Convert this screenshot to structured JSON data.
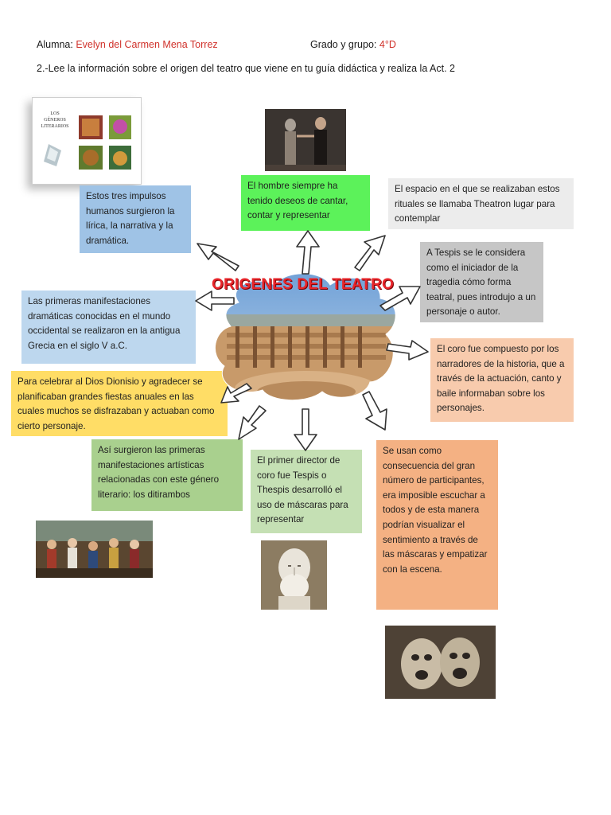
{
  "header": {
    "student_label": "Alumna:",
    "student_name": "Evelyn del Carmen Mena Torrez",
    "grade_label": "Grado y grupo:",
    "grade_value": "4°D"
  },
  "instruction": "2.-Lee la información sobre el origen del teatro que viene en tu guía didáctica y realiza la Act. 2",
  "title": "ORIGENES DEL TEATRO",
  "book_cover": {
    "line1": "LOS",
    "line2": "GÉNEROS",
    "line3": "LITERARIOS"
  },
  "boxes": {
    "impulsos": "Estos tres impulsos humanos surgieron la lírica, la narrativa y la dramática.",
    "hombre": "El hombre siempre ha tenido deseos de cantar, contar y representar",
    "espacio": "El espacio en el que se realizaban estos rituales se llamaba Theatron lugar para contemplar",
    "tespis": "A Tespis se le considera como el iniciador de la tragedia cómo forma teatral, pues introdujo a un personaje o autor.",
    "primeras": "Las primeras manifestaciones dramáticas conocidas en el mundo occidental se realizaron en la antigua Grecia en el siglo V a.C.",
    "coro": "El coro fue compuesto por los narradores de la historia, que a través de la actuación, canto y baile informaban sobre los personajes.",
    "dionisio": "Para celebrar al Dios Dionisio y agradecer se planificaban grandes fiestas anuales en las cuales muchos se disfrazaban y actuaban como cierto personaje.",
    "ditirambos": "Así surgieron las primeras manifestaciones artísticas relacionadas con este género literario: los ditirambos",
    "director": "El primer director de coro fue Tespis o Thespis desarrolló el uso de máscaras para representar",
    "mascaras": "Se usan como consecuencia del gran número de participantes, era imposible escuchar a todos y de esta manera podrían visualizar el sentimiento a través de las máscaras y empatizar con la escena."
  }
}
